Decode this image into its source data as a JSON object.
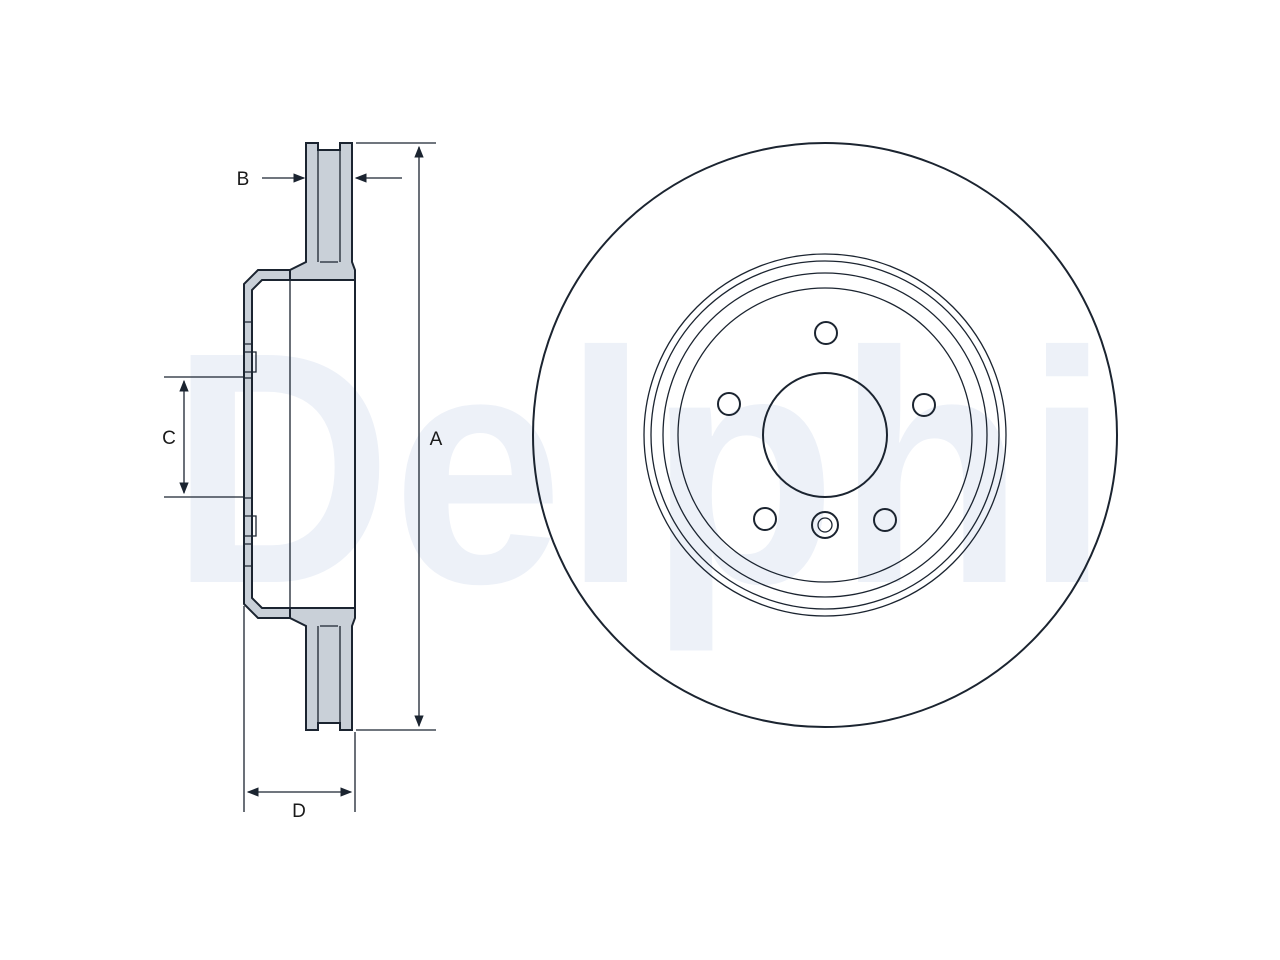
{
  "watermark": {
    "text": "Delphi",
    "color": "#edf1f8"
  },
  "dimensions": {
    "a": "A",
    "b": "B",
    "c": "C",
    "d": "D"
  },
  "colors": {
    "line": "#1b2430",
    "section_fill": "#c9d0d8",
    "background": "#ffffff"
  }
}
